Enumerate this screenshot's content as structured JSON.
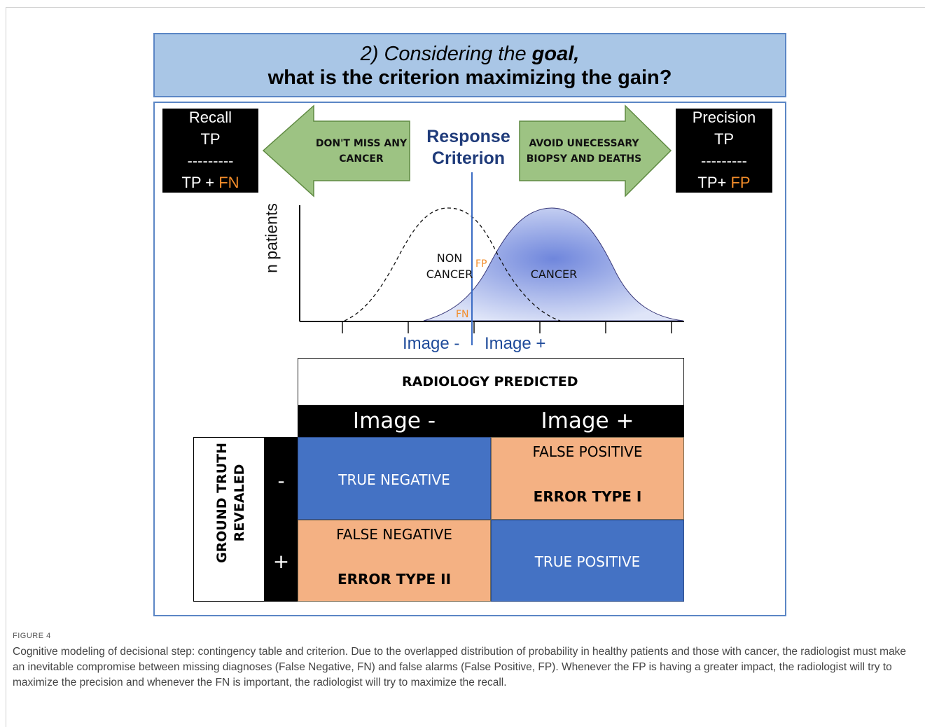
{
  "title": {
    "line1_prefix": "2) Considering the ",
    "line1_bold": "goal,",
    "line2": "what is the criterion maximizing the gain?"
  },
  "recall": {
    "label": "Recall",
    "numerator": "TP",
    "divider": "---------",
    "denominator_tp": "TP + ",
    "denominator_err": "FN"
  },
  "precision": {
    "label": "Precision",
    "numerator": "TP",
    "divider": "---------",
    "denominator_tp": "TP+ ",
    "denominator_err": "FP"
  },
  "arrows": {
    "left_line1": "DON'T MISS ANY",
    "left_line2": "CANCER",
    "right_line1": "AVOID UNECESSARY",
    "right_line2": "BIOPSY AND DEATHS"
  },
  "criterion": {
    "line1": "Response",
    "line2": "Criterion"
  },
  "chart": {
    "ylabel": "n patients",
    "non_cancer_line1": "NON",
    "non_cancer_line2": "CANCER",
    "cancer": "CANCER",
    "fp": "FP",
    "fn": "FN",
    "image_neg": "Image -",
    "image_pos": "Image +"
  },
  "radiology": {
    "label": "RADIOLOGY PREDICTED"
  },
  "matrix": {
    "col_neg": "Image -",
    "col_pos": "Image +",
    "row_neg": "-",
    "row_pos": "+",
    "tn": "TRUE NEGATIVE",
    "fp": "FALSE POSITIVE",
    "fp_type": "ERROR TYPE I",
    "fn": "FALSE NEGATIVE",
    "fn_type": "ERROR TYPE II",
    "tp": "TRUE POSITIVE"
  },
  "ground_truth": {
    "line1": "GROUND TRUTH",
    "line2": "REVEALED"
  },
  "figure_label": "FIGURE 4",
  "caption": "Cognitive modeling of decisional step: contingency table and criterion. Due to the overlapped distribution of probability in healthy patients and those with cancer, the radiologist must make an inevitable compromise between missing diagnoses (False Negative, FN) and false alarms (False Positive, FP). Whenever the FP is having a greater impact, the radiologist will try to maximize the precision and whenever the FN is important, the radiologist will try to maximize the recall.",
  "colors": {
    "title_bg": "#a9c6e6",
    "arrow_green": "#9dc383",
    "cancer_fill": "#7f95e0",
    "criterion_blue": "#1f3b7a",
    "cell_blue": "#4472c4",
    "cell_orange": "#f4b183",
    "error_orange": "#f28c2a"
  }
}
